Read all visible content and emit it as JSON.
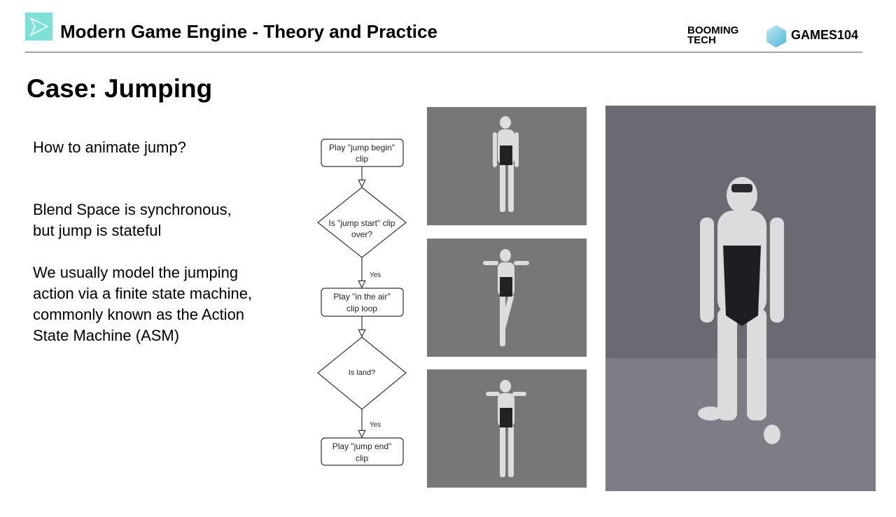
{
  "header": {
    "title": "Modern Game Engine - Theory and Practice",
    "logos": [
      "BOOMING TECH",
      "GAMES104"
    ]
  },
  "slide": {
    "title": "Case: Jumping",
    "paragraphs": [
      [
        "How to animate jump?"
      ],
      [
        "Blend Space is synchronous,",
        "but jump is stateful"
      ],
      [
        "We usually model the jumping",
        "action via a finite state machine,",
        "commonly known as the Action",
        "State Machine (ASM)"
      ]
    ]
  },
  "flowchart": {
    "box1": [
      "Play \"jump begin\"",
      "clip"
    ],
    "diamond1": [
      "Is \"jump start\" clip",
      "over?"
    ],
    "yes1": "Yes",
    "box2": [
      "Play \"in the air\"",
      "clip loop"
    ],
    "diamond2": [
      "Is land?"
    ],
    "yes2": "Yes",
    "box3": [
      "Play \"jump end\"",
      "clip"
    ]
  }
}
